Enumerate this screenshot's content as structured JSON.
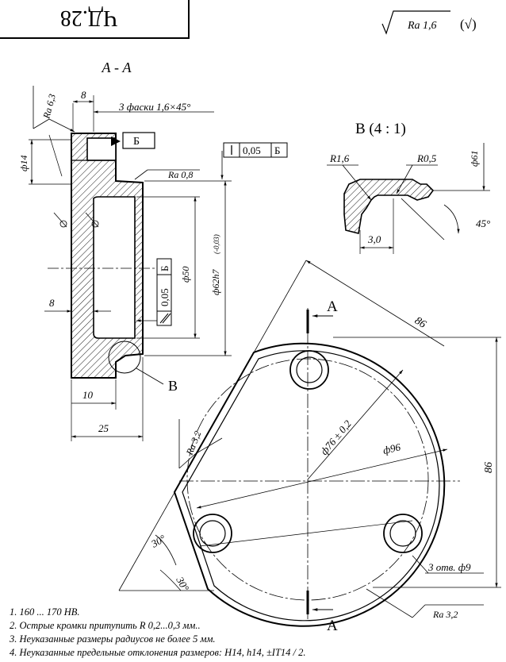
{
  "title_block": {
    "code": "ЧД.28"
  },
  "surface_finish": {
    "label": "Ra 1,6",
    "mark": "(√)"
  },
  "section": {
    "title": "А - А",
    "dims": {
      "w8": "8",
      "chamfers": "3 фаски 1,6×45°",
      "ra63": "Ra 6,3",
      "d14": "ф14",
      "ra08": "Ra 0,8",
      "runout": "0,05",
      "runout_base": "Б",
      "base_mark": "Б",
      "d62": "ф62h7",
      "d62_tol": "(-0,03)",
      "d50": "ф50",
      "flat_tol": "0,05",
      "flat_base": "Б",
      "w8_left": "8",
      "w10": "10",
      "w25": "25",
      "callout_b": "В"
    }
  },
  "detail": {
    "title": "В (4 : 1)",
    "r16": "R1,6",
    "r05": "R0,5",
    "d61": "ф61",
    "w30": "3,0",
    "angle45": "45°"
  },
  "plan": {
    "cut_label_top": "А",
    "cut_label_bottom": "А",
    "d86": "86",
    "h86": "86",
    "d76": "ф76 ± 0,2",
    "d96": "ф96",
    "ra32_left": "Ra 3,2",
    "holes": "3 отв. ф9",
    "a30_1": "30°",
    "a30_2": "30°",
    "ra32_bottom": "Ra 3,2"
  },
  "notes": [
    "1.  160 ... 170  НВ.",
    "2.  Острые кромки притупить R 0,2...0,3 мм..",
    "3.  Неуказанные размеры радиусов  не более  5 мм.",
    "4.  Неуказанные  предельные  отклонения  размеров:  Н14,  h14,  ±IT14 / 2."
  ]
}
